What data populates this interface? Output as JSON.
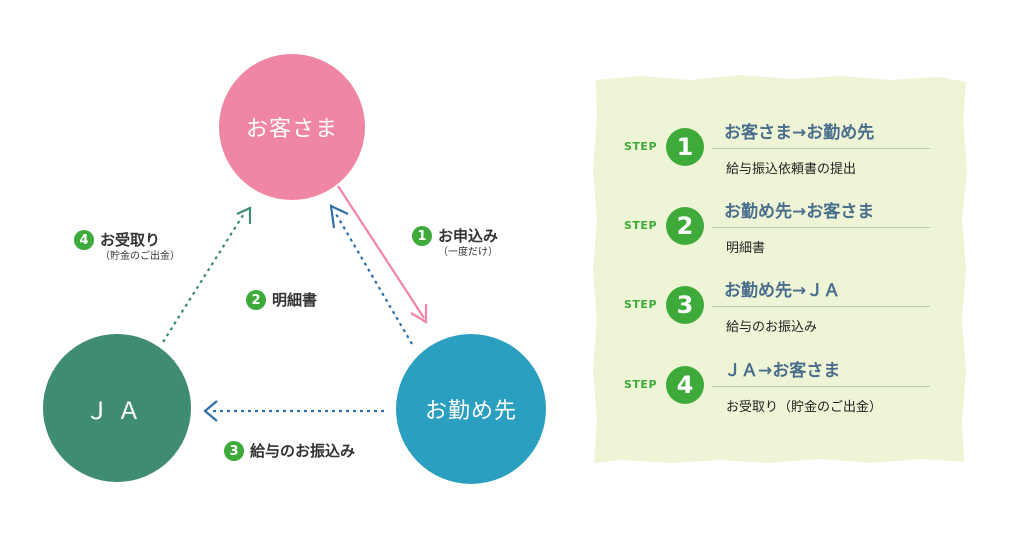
{
  "nodes": {
    "customer": "お客さま",
    "employer": "お勤め先",
    "ja": "ＪＡ"
  },
  "edges": [
    {
      "num": "1",
      "main": "お申込み",
      "sub": "（一度だけ）"
    },
    {
      "num": "2",
      "main": "明細書"
    },
    {
      "num": "3",
      "main": "給与のお振込み"
    },
    {
      "num": "4",
      "main": "お受取り",
      "sub": "（貯金のご出金）"
    }
  ],
  "steps": [
    {
      "tag": "STEP",
      "num": "1",
      "title": "お客さま→お勤め先",
      "desc": "給与振込依頼書の提出"
    },
    {
      "tag": "STEP",
      "num": "2",
      "title": "お勤め先→お客さま",
      "desc": "明細書"
    },
    {
      "tag": "STEP",
      "num": "3",
      "title": "お勤め先→ＪＡ",
      "desc": "給与のお振込み"
    },
    {
      "tag": "STEP",
      "num": "4",
      "title": "ＪＡ→お客さま",
      "desc": "お受取り（貯金のご出金）"
    }
  ],
  "colors": {
    "customer": "#ef86a4",
    "employer": "#2a9fbf",
    "ja": "#3f8b74",
    "step_green": "#3daa3a",
    "panel_bg": "#eef5d6",
    "arrow_pink": "#ef86a4",
    "arrow_blue": "#2e6fa8",
    "arrow_green": "#3f8b74"
  }
}
